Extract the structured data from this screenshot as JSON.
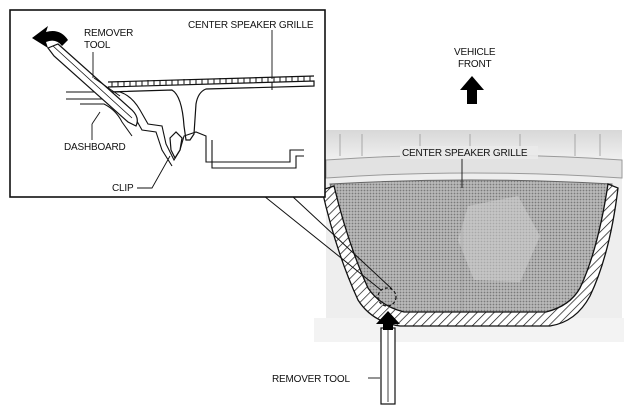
{
  "labels": {
    "remover_tool_top_line1": "REMOVER",
    "remover_tool_top_line2": "TOOL",
    "center_speaker_grille_inset": "CENTER SPEAKER GRILLE",
    "dashboard": "DASHBOARD",
    "clip": "CLIP",
    "vehicle_front_line1": "VEHICLE",
    "vehicle_front_line2": "FRONT",
    "center_speaker_grille_main": "CENTER SPEAKER GRILLE",
    "remover_tool_bottom": "REMOVER TOOL"
  },
  "icons": {
    "front_arrow": "arrow-up-icon",
    "rotate_arrow": "curved-arrow-icon",
    "push_arrow": "arrow-up-icon"
  }
}
